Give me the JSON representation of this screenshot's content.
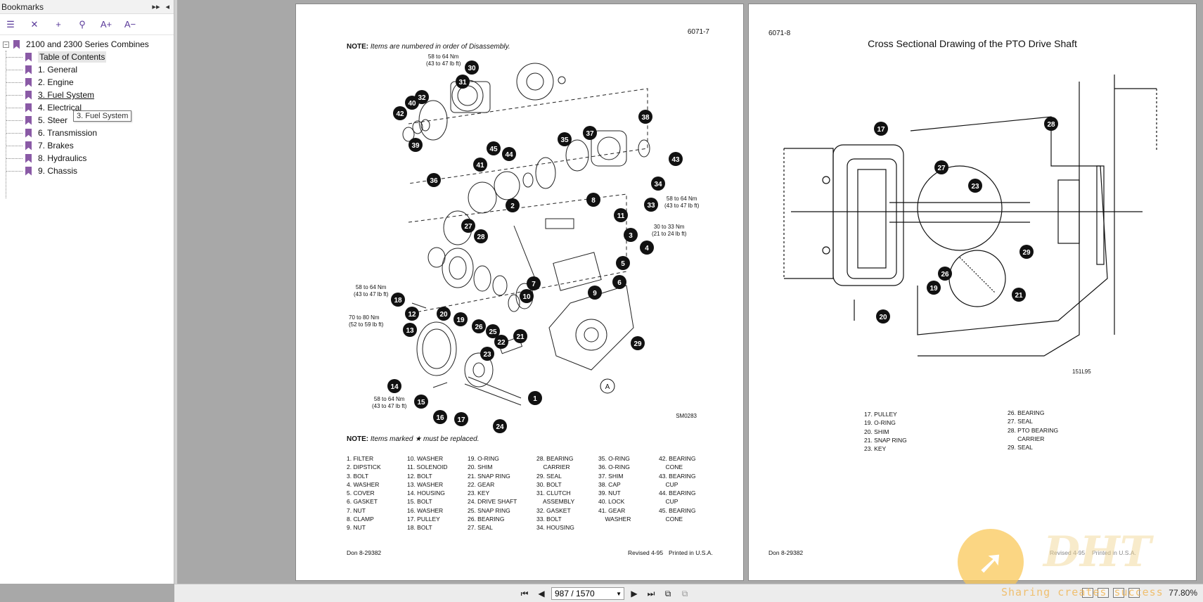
{
  "sidebar": {
    "title": "Bookmarks",
    "tools": [
      "list-icon",
      "delete-bookmark-icon",
      "add-bookmark-icon",
      "find-bookmark-icon",
      "increase-text-icon",
      "decrease-text-icon"
    ],
    "tool_glyphs": [
      "☰",
      "✕",
      "+",
      "⚲",
      "A+",
      "A−"
    ],
    "root": "2100 and 2300 Series Combines",
    "items": [
      {
        "label": "Table of Contents"
      },
      {
        "label": "1. General"
      },
      {
        "label": "2. Engine"
      },
      {
        "label": "3. Fuel System"
      },
      {
        "label": "4. Electrical"
      },
      {
        "label": "5. Steer"
      },
      {
        "label": "6. Transmission"
      },
      {
        "label": "7. Brakes"
      },
      {
        "label": "8. Hydraulics"
      },
      {
        "label": "9. Chassis"
      }
    ],
    "tooltip": "3. Fuel System"
  },
  "left_page": {
    "page_number": "6071-7",
    "note1_prefix": "NOTE:",
    "note1_text": "Items are numbered in order of Disassembly.",
    "figure_code": "SM0283",
    "torques": [
      "58 to 64 Nm\n(43 to 47 lb ft)",
      "58 to 64 Nm\n(43 to 47 lb ft)",
      "30 to 33 Nm\n(21 to 24 lb ft)",
      "58 to 64 Nm\n(43 to 47 lb ft)",
      "70 to 80 Nm\n(52 to 59 lb ft)",
      "58 to 64 Nm\n(43 to 47 lb ft)"
    ],
    "note2_prefix": "NOTE:",
    "note2_text": "Items marked ★ must be replaced.",
    "parts_col1": "1. FILTER\n2. DIPSTICK\n3. BOLT\n4. WASHER\n5. COVER\n6. GASKET\n7. NUT\n8. CLAMP\n9. NUT",
    "parts_col2": "10. WASHER\n11. SOLENOID\n12. BOLT\n13. WASHER\n14. HOUSING\n15. BOLT\n16. WASHER\n17. PULLEY\n18. BOLT",
    "parts_col3": "19. O-RING\n20. SHIM\n21. SNAP RING\n22. GEAR\n23. KEY\n24. DRIVE SHAFT\n25. SNAP RING\n26. BEARING\n27. SEAL",
    "parts_col4": "28. BEARING\n    CARRIER\n29. SEAL\n30. BOLT\n31. CLUTCH\n    ASSEMBLY\n32. GASKET\n33. BOLT\n34. HOUSING",
    "parts_col5": "35. O-RING\n36. O-RING\n37. SHIM\n38. CAP\n39. NUT\n40. LOCK\n41. GEAR\n    WASHER",
    "parts_col6": "42. BEARING\n    CONE\n43. BEARING\n    CUP\n44. BEARING\n    CUP\n45. BEARING\n    CONE",
    "footer_left": "Don 8-29382",
    "footer_revised": "Revised 4-95",
    "footer_printed": "Printed in U.S.A."
  },
  "right_page": {
    "page_number": "6071-8",
    "title": "Cross Sectional Drawing of the PTO Drive Shaft",
    "figure_code": "151L95",
    "parts_col1": "17. PULLEY\n19. O-RING\n20. SHIM\n21. SNAP RING\n23. KEY",
    "parts_col2": "26. BEARING\n27. SEAL\n28. PTO BEARING\n      CARRIER\n29. SEAL",
    "footer_left": "Don 8-29382",
    "footer_revised": "Revised 4-95",
    "footer_printed": "Printed in U.S.A."
  },
  "bottom_bar": {
    "page_display": "987 / 1570",
    "zoom": "77.80%"
  },
  "watermark": {
    "text": "Sharing creates success",
    "logo": "DHT"
  }
}
